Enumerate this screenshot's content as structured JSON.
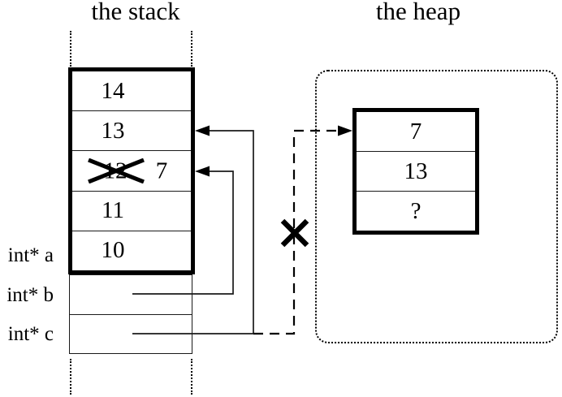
{
  "stack": {
    "title": "the stack",
    "cells": [
      {
        "value": "14",
        "crossed_out": false
      },
      {
        "value": "13",
        "crossed_out": false
      },
      {
        "value": "12",
        "crossed_out": true,
        "new_value": "7"
      },
      {
        "value": "11",
        "crossed_out": false
      },
      {
        "value": "10",
        "crossed_out": false
      }
    ],
    "pointer_labels": [
      {
        "label": "int* a"
      },
      {
        "label": "int* b"
      },
      {
        "label": "int* c"
      }
    ]
  },
  "heap": {
    "title": "the heap",
    "cells": [
      {
        "value": "7"
      },
      {
        "value": "13"
      },
      {
        "value": "?"
      }
    ]
  },
  "icons": {
    "cross_out_icon": "✕",
    "arrowhead_left_icon": "◀",
    "arrowhead_right_icon": "▶"
  },
  "colors": {
    "foreground": "#000000",
    "background": "#ffffff"
  }
}
